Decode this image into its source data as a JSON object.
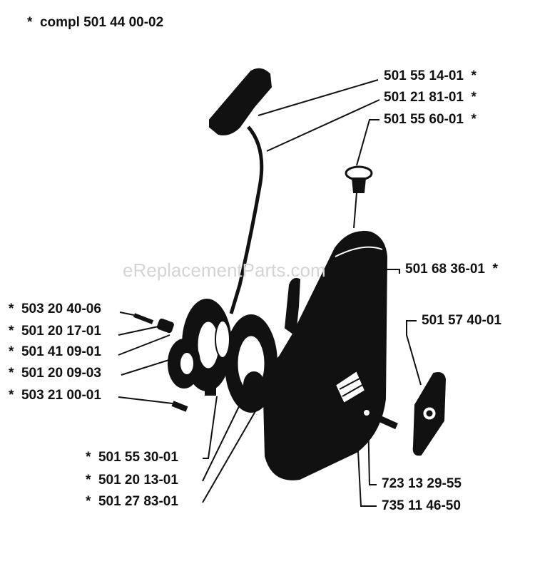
{
  "header": {
    "text": "*  compl 501 44 00-02"
  },
  "watermark": {
    "text": "eReplacementParts.com"
  },
  "labels": {
    "p1": "501 55 14-01  *",
    "p2": "501 21 81-01  *",
    "p3": "501 55 60-01  *",
    "p4": "501 68 36-01  *",
    "p5": "501 57 40-01",
    "l1": "*  503 20 40-06",
    "l2": "*  501 20 17-01",
    "l3": "*  501 41 09-01",
    "l4": "*  501 20 09-03",
    "l5": "*  503 21 00-01",
    "b1": "*  501 55 30-01",
    "b2": "*  501 20 13-01",
    "b3": "*  501 27 83-01",
    "r1": "723 13 29-55",
    "r2": "735 11 46-50"
  },
  "colors": {
    "ink": "#111111",
    "watermark": "#d4d4d4",
    "paper": "#ffffff"
  }
}
